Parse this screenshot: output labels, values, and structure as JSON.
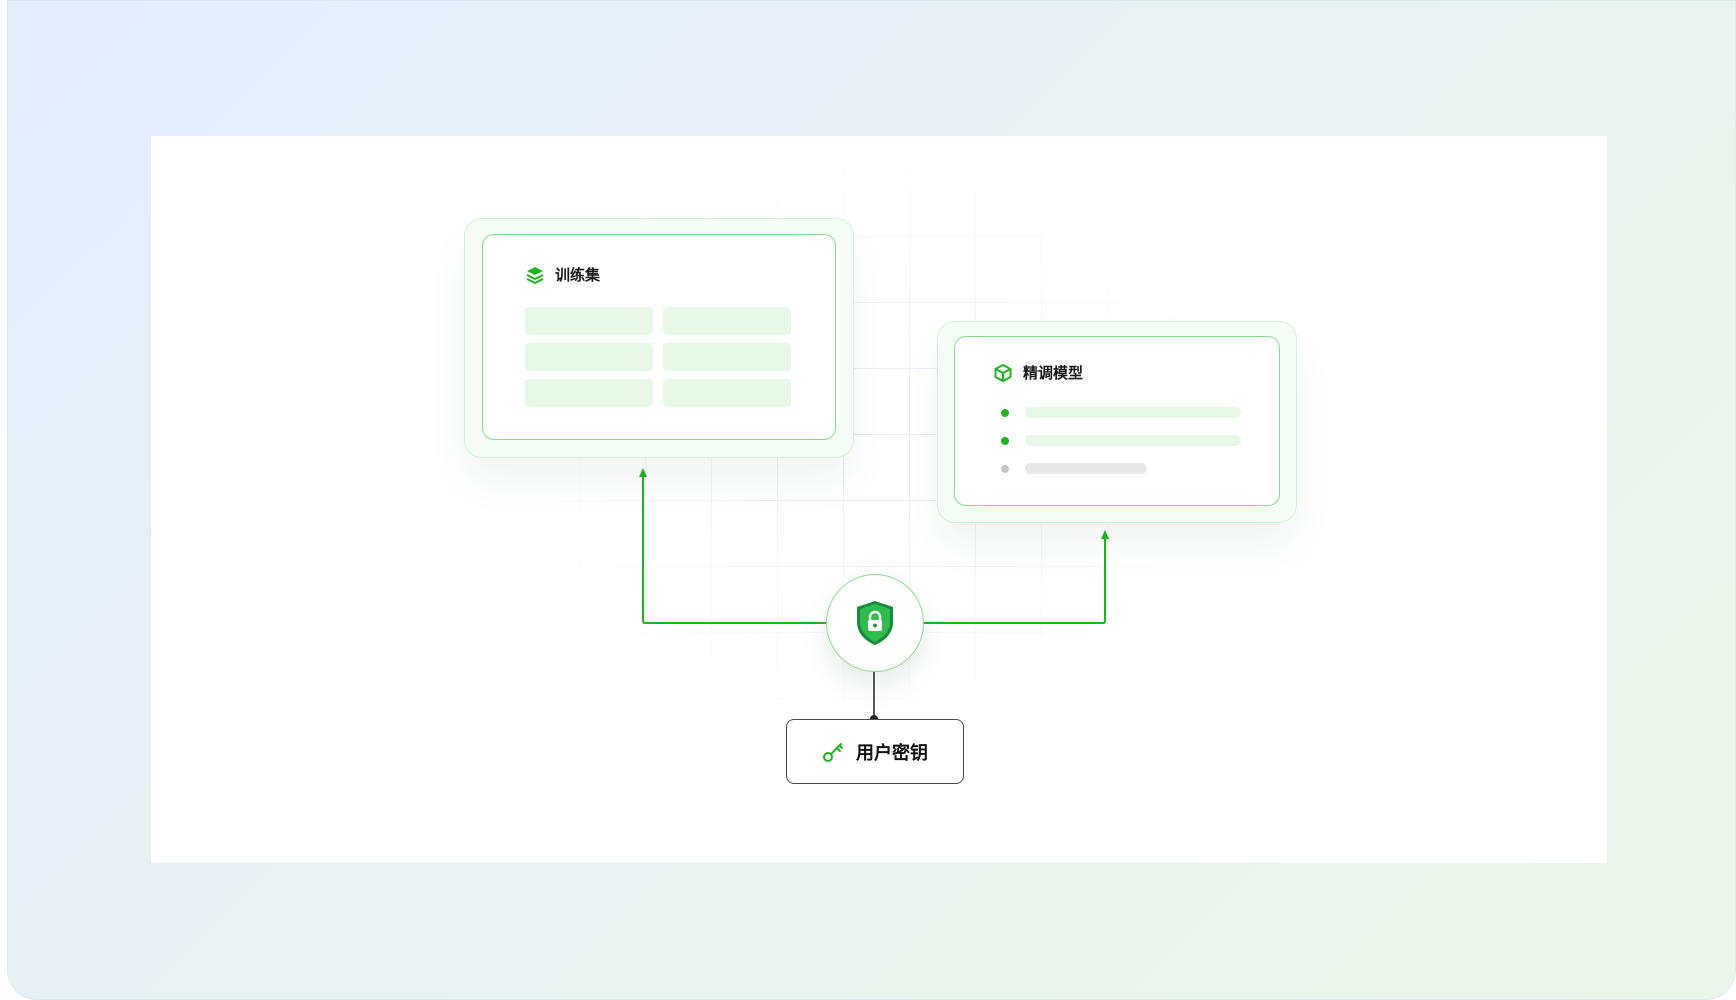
{
  "diagram": {
    "training_set": {
      "title": "训练集",
      "icon": "layers-icon",
      "table_rows": 3,
      "table_cols": 2
    },
    "fine_tuned_model": {
      "title": "精调模型",
      "icon": "cube-icon",
      "list_items": [
        {
          "status": "active"
        },
        {
          "status": "active"
        },
        {
          "status": "inactive"
        }
      ]
    },
    "security_node": {
      "icon": "shield-lock-icon"
    },
    "user_key": {
      "label": "用户密钥",
      "icon": "key-icon"
    }
  },
  "colors": {
    "accent_green": "#1cb51c",
    "dark_green": "#178c3c",
    "card_border": "#86dc8a",
    "cell_fill": "#e6f7e6",
    "inactive_gray": "#c4c4c4",
    "inactive_bar": "#e8e8e8",
    "connector_dark": "#222222"
  }
}
